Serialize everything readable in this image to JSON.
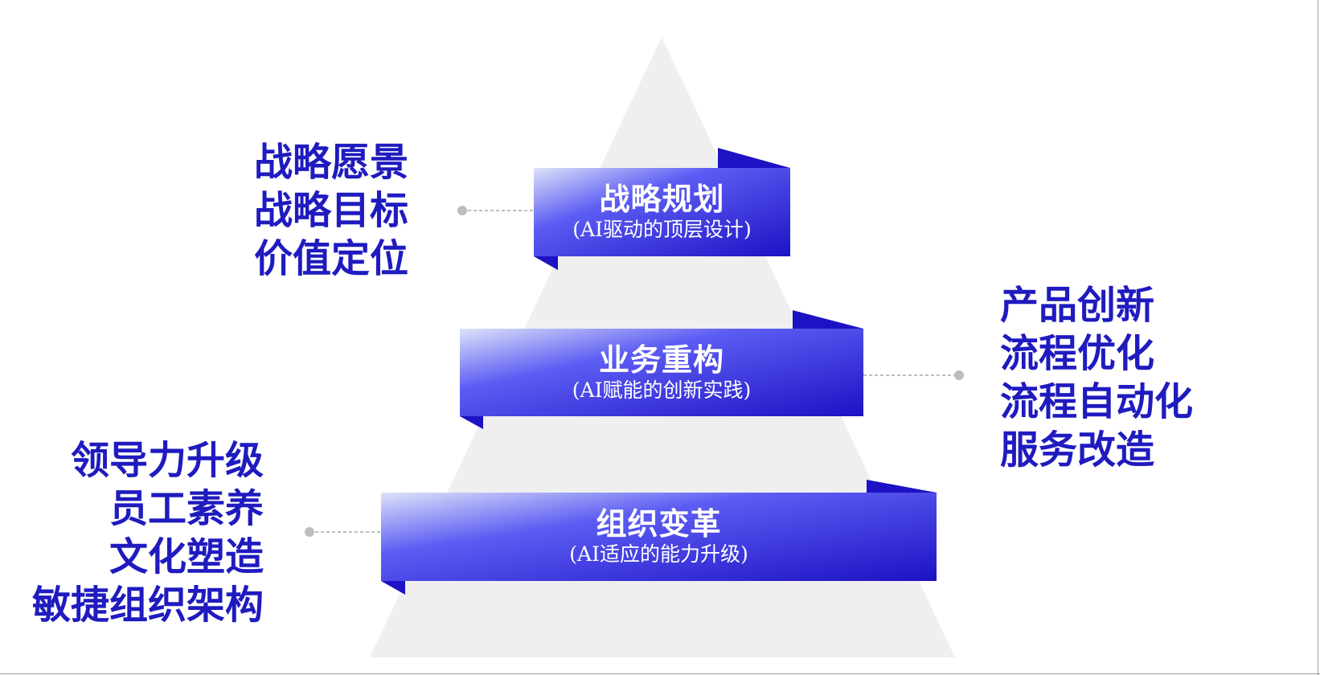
{
  "colors": {
    "pyramid": "#efefef",
    "band_dark": "#1d12c4",
    "band_mid": "#5b5bf2",
    "band_light": "#d3daf7",
    "text_blue": "#1f1bbf",
    "connector": "#bdbdbd"
  },
  "tiers": [
    {
      "title": "战略规划",
      "subtitle": "(AI驱动的顶层设计)",
      "items": [
        "战略愿景",
        "战略目标",
        "价值定位"
      ]
    },
    {
      "title": "业务重构",
      "subtitle": "(AI赋能的创新实践)",
      "items": [
        "产品创新",
        "流程优化",
        "流程自动化",
        "服务改造"
      ]
    },
    {
      "title": "组织变革",
      "subtitle": "(AI适应的能力升级)",
      "items": [
        "领导力升级",
        "员工素养",
        "文化塑造",
        "敏捷组织架构"
      ]
    }
  ]
}
